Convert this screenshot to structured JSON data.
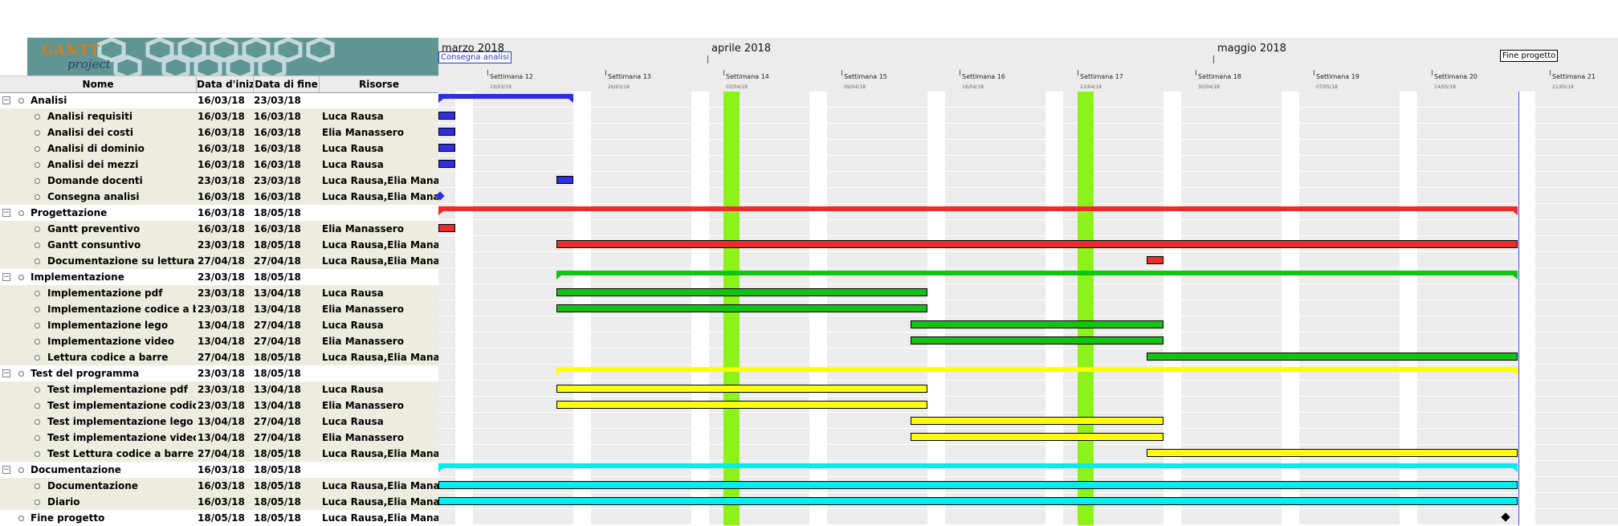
{
  "logo": {
    "brand": "GANTT",
    "sub": "project"
  },
  "columns": {
    "name": "Nome",
    "start": "Data d'iniz...",
    "end": "Data di fine",
    "resources": "Risorse"
  },
  "months": [
    "marzo 2018",
    "aprile 2018",
    "maggio 2018"
  ],
  "weeks": [
    {
      "label": "Settimana 12",
      "date": "19/03/18"
    },
    {
      "label": "Settimana 13",
      "date": "26/03/18"
    },
    {
      "label": "Settimana 14",
      "date": "02/04/18"
    },
    {
      "label": "Settimana 15",
      "date": "09/04/18"
    },
    {
      "label": "Settimana 16",
      "date": "16/04/18"
    },
    {
      "label": "Settimana 17",
      "date": "23/04/18"
    },
    {
      "label": "Settimana 18",
      "date": "30/04/18"
    },
    {
      "label": "Settimana 19",
      "date": "07/05/18"
    },
    {
      "label": "Settimana 20",
      "date": "14/05/18"
    },
    {
      "label": "Settimana 21",
      "date": "21/05/18"
    }
  ],
  "milestone_labels": {
    "consegna": "Consegna analisi",
    "fine": "Fine progetto"
  },
  "colors": {
    "analisi": "#2f2fe0",
    "progettazione": "#ee2b2b",
    "implementazione": "#10c410",
    "test": "#ffff00",
    "documentazione": "#00eeee",
    "holiday": "#8cf21a"
  },
  "tasks": [
    {
      "name": "Analisi",
      "start": "16/03/18",
      "end": "23/03/18",
      "resources": "",
      "group": true,
      "color_key": "analisi"
    },
    {
      "name": "Analisi requisiti",
      "start": "16/03/18",
      "end": "16/03/18",
      "resources": "Luca Rausa",
      "color_key": "analisi"
    },
    {
      "name": "Analisi dei costi",
      "start": "16/03/18",
      "end": "16/03/18",
      "resources": "Elia Manassero",
      "color_key": "analisi"
    },
    {
      "name": "Analisi di dominio",
      "start": "16/03/18",
      "end": "16/03/18",
      "resources": "Luca Rausa",
      "color_key": "analisi"
    },
    {
      "name": "Analisi dei mezzi",
      "start": "16/03/18",
      "end": "16/03/18",
      "resources": "Luca Rausa",
      "color_key": "analisi"
    },
    {
      "name": "Domande docenti",
      "start": "23/03/18",
      "end": "23/03/18",
      "resources": "Luca Rausa,Elia Manassero",
      "color_key": "analisi"
    },
    {
      "name": "Consegna analisi",
      "start": "16/03/18",
      "end": "16/03/18",
      "resources": "Luca Rausa,Elia Manassero",
      "milestone": true,
      "color_key": "analisi"
    },
    {
      "name": "Progettazione",
      "start": "16/03/18",
      "end": "18/05/18",
      "resources": "",
      "group": true,
      "color_key": "progettazione"
    },
    {
      "name": "Gantt preventivo",
      "start": "16/03/18",
      "end": "16/03/18",
      "resources": "Elia Manassero",
      "color_key": "progettazione"
    },
    {
      "name": "Gantt consuntivo",
      "start": "23/03/18",
      "end": "18/05/18",
      "resources": "Luca Rausa,Elia Manassero",
      "color_key": "progettazione"
    },
    {
      "name": "Documentazione su lettura cod...",
      "start": "27/04/18",
      "end": "27/04/18",
      "resources": "Luca Rausa,Elia Manassero",
      "color_key": "progettazione"
    },
    {
      "name": "Implementazione",
      "start": "23/03/18",
      "end": "18/05/18",
      "resources": "",
      "group": true,
      "color_key": "implementazione"
    },
    {
      "name": "Implementazione pdf",
      "start": "23/03/18",
      "end": "13/04/18",
      "resources": "Luca Rausa",
      "color_key": "implementazione"
    },
    {
      "name": "Implementazione codice a barre",
      "start": "23/03/18",
      "end": "13/04/18",
      "resources": "Elia Manassero",
      "color_key": "implementazione"
    },
    {
      "name": "Implementazione lego",
      "start": "13/04/18",
      "end": "27/04/18",
      "resources": "Luca Rausa",
      "color_key": "implementazione"
    },
    {
      "name": "Implementazione video",
      "start": "13/04/18",
      "end": "27/04/18",
      "resources": "Elia Manassero",
      "color_key": "implementazione"
    },
    {
      "name": "Lettura codice a barre",
      "start": "27/04/18",
      "end": "18/05/18",
      "resources": "Luca Rausa,Elia Manassero",
      "color_key": "implementazione"
    },
    {
      "name": "Test del programma",
      "start": "23/03/18",
      "end": "18/05/18",
      "resources": "",
      "group": true,
      "color_key": "test"
    },
    {
      "name": "Test implementazione pdf",
      "start": "23/03/18",
      "end": "13/04/18",
      "resources": "Luca Rausa",
      "color_key": "test"
    },
    {
      "name": "Test implementazione codice a ...",
      "start": "23/03/18",
      "end": "13/04/18",
      "resources": "Elia Manassero",
      "color_key": "test"
    },
    {
      "name": "Test implementazione lego",
      "start": "13/04/18",
      "end": "27/04/18",
      "resources": "Luca Rausa",
      "color_key": "test"
    },
    {
      "name": "Test implementazione video",
      "start": "13/04/18",
      "end": "27/04/18",
      "resources": "Elia Manassero",
      "color_key": "test"
    },
    {
      "name": "Test Lettura codice a barre",
      "start": "27/04/18",
      "end": "18/05/18",
      "resources": "Luca Rausa,Elia Manassero",
      "color_key": "test"
    },
    {
      "name": "Documentazione",
      "start": "16/03/18",
      "end": "18/05/18",
      "resources": "",
      "group": true,
      "color_key": "documentazione"
    },
    {
      "name": "Documentazione",
      "start": "16/03/18",
      "end": "18/05/18",
      "resources": "Luca Rausa,Elia Manassero",
      "color_key": "documentazione"
    },
    {
      "name": "Diario",
      "start": "16/03/18",
      "end": "18/05/18",
      "resources": "Luca Rausa,Elia Manassero",
      "color_key": "documentazione"
    },
    {
      "name": "Fine progetto",
      "start": "18/05/18",
      "end": "18/05/18",
      "resources": "Luca Rausa,Elia Manassero",
      "milestone": true,
      "top": true,
      "color_key": "fine"
    }
  ]
}
